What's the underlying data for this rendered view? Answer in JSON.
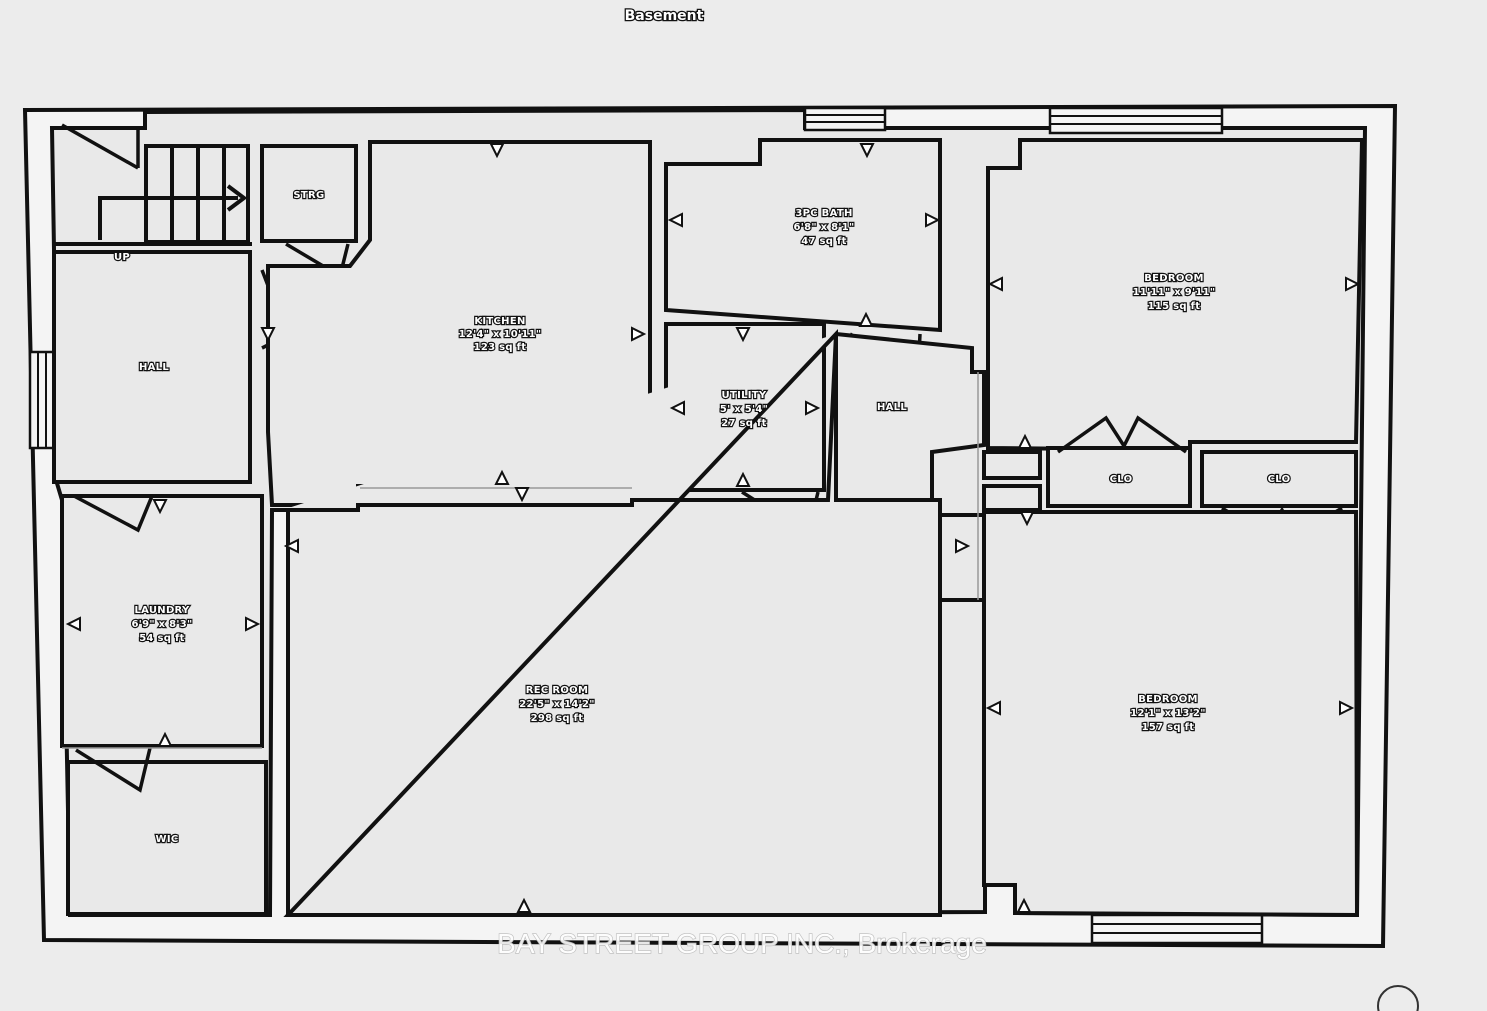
{
  "title": "Basement",
  "watermark": "BAY STREET GROUP INC., Brokerage",
  "rooms": {
    "strg": {
      "name": "STRG"
    },
    "hall_left": {
      "name": "HALL"
    },
    "up": {
      "name": "UP"
    },
    "kitchen": {
      "name": "KITCHEN",
      "dims": "12'4\" x 10'11\"",
      "area": "123 sq ft"
    },
    "bath": {
      "name": "3PC BATH",
      "dims": "6'8\" x 8'1\"",
      "area": "47 sq ft"
    },
    "bed1": {
      "name": "BEDROOM",
      "dims": "11'11\" x 9'11\"",
      "area": "115 sq ft"
    },
    "utility": {
      "name": "UTILITY",
      "dims": "5' x 5'4\"",
      "area": "27 sq ft"
    },
    "hall_mid": {
      "name": "HALL"
    },
    "clo1": {
      "name": "CLO"
    },
    "clo2": {
      "name": "CLO"
    },
    "laundry": {
      "name": "LAUNDRY",
      "dims": "6'9\" x 8'3\"",
      "area": "54 sq ft"
    },
    "rec": {
      "name": "REC ROOM",
      "dims": "22'5\" x 14'2\"",
      "area": "298 sq ft"
    },
    "bed2": {
      "name": "BEDROOM",
      "dims": "12'1\" x 13'2\"",
      "area": "157 sq ft"
    },
    "wic": {
      "name": "WIC"
    }
  }
}
